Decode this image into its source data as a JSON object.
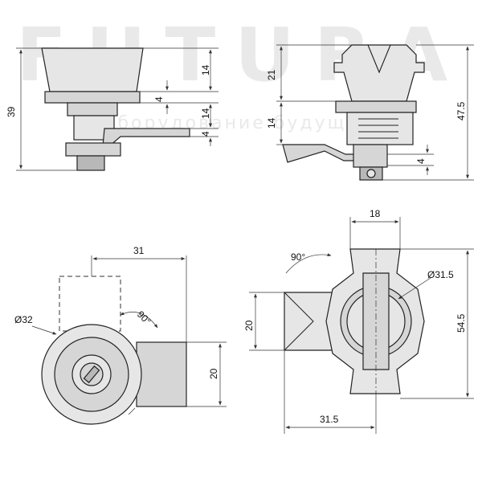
{
  "watermark": {
    "brand": "FUTURA",
    "tagline": "оборудование будущего"
  },
  "views": {
    "front": {
      "dims": {
        "total_height": "39",
        "top_height": "14",
        "gap_a": "4",
        "mid_height": "14",
        "gap_b": "4"
      }
    },
    "side": {
      "dims": {
        "upper": "21",
        "lower": "14",
        "total": "47.5",
        "gap": "4"
      }
    },
    "top_left": {
      "dims": {
        "width": "31",
        "diameter": "Ø32",
        "angle": "90°",
        "height": "20"
      }
    },
    "top_right": {
      "dims": {
        "width": "18",
        "angle": "90°",
        "diameter": "Ø31.5",
        "height_left": "20",
        "height_right": "54.5",
        "bottom_width": "31.5"
      }
    }
  }
}
